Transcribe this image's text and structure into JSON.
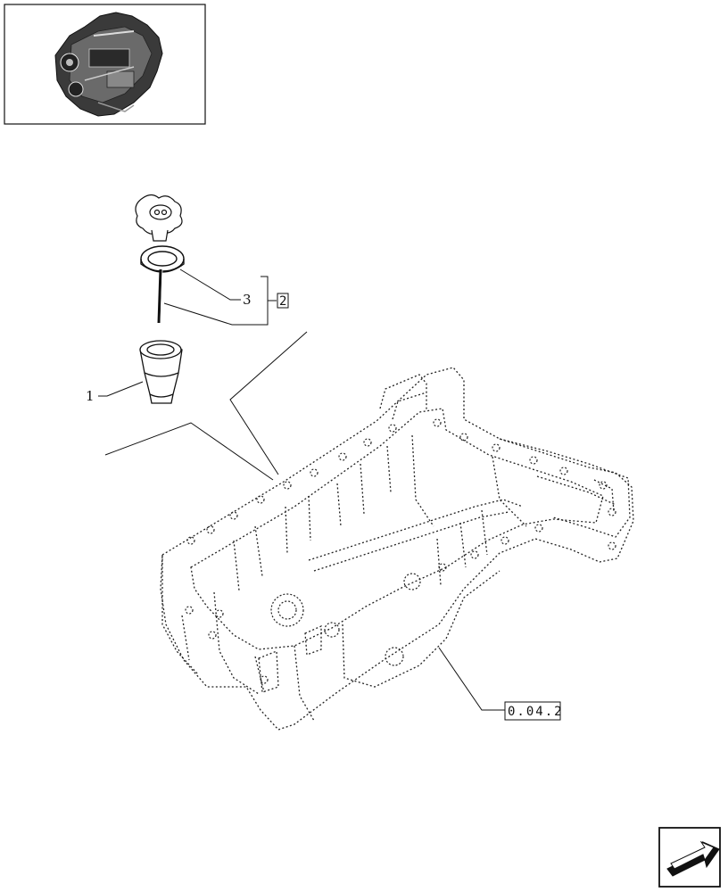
{
  "callouts": {
    "item_1": "1",
    "item_3": "3",
    "group_2": "2",
    "reference": "0.04.2"
  },
  "icons": {
    "thumbnail": "engine-thumbnail-icon",
    "nav": "next-page-arrow-icon"
  }
}
